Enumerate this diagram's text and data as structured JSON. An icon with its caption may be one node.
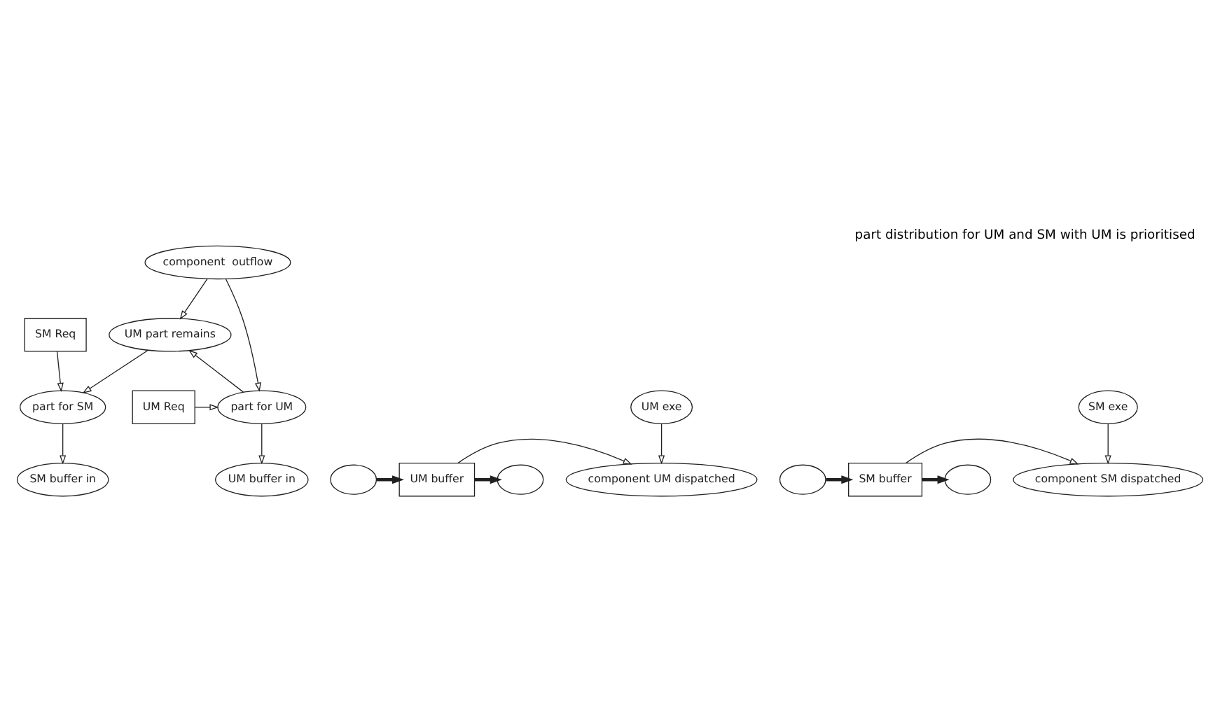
{
  "diagram": {
    "title": "part distribution for UM and SM with UM is prioritised",
    "nodes": [
      {
        "text": [
          "component  outflow"
        ]
      },
      {
        "text": [
          "UM part remains"
        ]
      },
      {
        "text": [
          "SM Req"
        ]
      },
      {
        "text": [
          "UM Req"
        ]
      },
      {
        "text": [
          "part for UM"
        ]
      },
      {
        "text": [
          "UM exe"
        ]
      },
      {
        "text": [
          "part for SM"
        ]
      },
      {
        "text": [
          "SM exe"
        ]
      },
      {
        "text": [],
        "shape": "cloud"
      },
      {
        "text": [
          "UM buffer in"
        ]
      },
      {
        "text": [
          "UM buffer"
        ]
      },
      {
        "text": [
          "component UM dispatched"
        ]
      },
      {
        "text": [],
        "shape": "cloud"
      },
      {
        "text": [],
        "shape": "cloud"
      },
      {
        "text": [
          "SM buffer in"
        ]
      },
      {
        "text": [
          "SM buffer"
        ]
      },
      {
        "text": [
          "component SM dispatched"
        ]
      },
      {
        "text": [],
        "shape": "cloud"
      }
    ],
    "edges": [
      {
        "from": 0,
        "to": 1,
        "arrow": "to"
      },
      {
        "from": 0,
        "to": 4,
        "arrow": "to"
      },
      {
        "from": 3,
        "to": 4,
        "arrow": "to"
      },
      {
        "from": 4,
        "to": 1,
        "arrow": "to"
      },
      {
        "from": 1,
        "to": 6,
        "arrow": "to"
      },
      {
        "from": 2,
        "to": 6,
        "arrow": "to"
      },
      {
        "from": 4,
        "to": 9,
        "arrow": "to"
      },
      {
        "from": 5,
        "to": 11,
        "arrow": "to"
      },
      {
        "from": 10,
        "to": 11,
        "arrow": "to"
      },
      {
        "from": 6,
        "to": 14,
        "arrow": "to"
      },
      {
        "from": 7,
        "to": 16,
        "arrow": "to"
      },
      {
        "from": 15,
        "to": 16,
        "arrow": "to"
      },
      {
        "from": 8,
        "to": 10,
        "arrow": "to",
        "style": "thick"
      },
      {
        "from": 10,
        "to": 12,
        "arrow": "to",
        "style": "thick"
      },
      {
        "from": 13,
        "to": 15,
        "arrow": "to",
        "style": "thick"
      },
      {
        "from": 15,
        "to": 17,
        "arrow": "to",
        "style": "thick"
      }
    ]
  }
}
